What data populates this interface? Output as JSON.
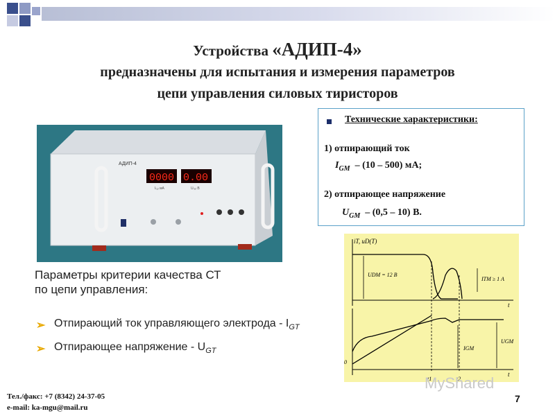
{
  "title": {
    "line1_prefix": "Устройства",
    "line1_device": "«АДИП-4»",
    "line2": "предназначены для испытания и измерения параметров",
    "line3": "цепи управления силовых тиристоров"
  },
  "device_photo": {
    "panel_label": "АДИП-4",
    "display_left": "0000",
    "display_right": "0.00",
    "display_left_caption": "I₍ₐ₎ мА",
    "display_right_caption": "U₍ₐ₎ В"
  },
  "specs": {
    "heading": "Технические характеристики:",
    "item1_label": "1) отпирающий ток",
    "item1_symbol": "I",
    "item1_sub": "GM",
    "item1_value": "– (10 – 500) мА;",
    "item2_label": "2) отпирающее напряжение",
    "item2_symbol": "U",
    "item2_sub": "GM",
    "item2_value": "– (0,5 – 10) В."
  },
  "params": {
    "line1": "Параметры критерии качества СТ",
    "line2": "по цепи управления:",
    "bullet1_text": "Отпирающий ток управляющего электрода - I",
    "bullet1_sub": "GT",
    "bullet2_text": "Отпирающее напряжение - U",
    "bullet2_sub": "GT"
  },
  "graph": {
    "y_axis_label": "iT, uD(T)",
    "udm_label": "UDM = 12 B",
    "itm_label": "ITM ≥ 1 A",
    "t_label_upper": "t",
    "t_label_lower": "t",
    "zero_label": "0",
    "igm_label": "IGM",
    "ugm_label": "UGM",
    "t1_label": "t1",
    "t2_label": "t2"
  },
  "footer": {
    "phone": "Тел./факс: +7 (8342) 24-37-05",
    "email": "e-mail: ka-mgu@mail.ru"
  },
  "page_number": "7",
  "watermark": "MyShared",
  "colors": {
    "accent_square": "#3a4f8c",
    "bullet_arrow": "#e8a800",
    "graph_bg": "#f8f4a8",
    "specs_border": "#5aa0c8"
  }
}
